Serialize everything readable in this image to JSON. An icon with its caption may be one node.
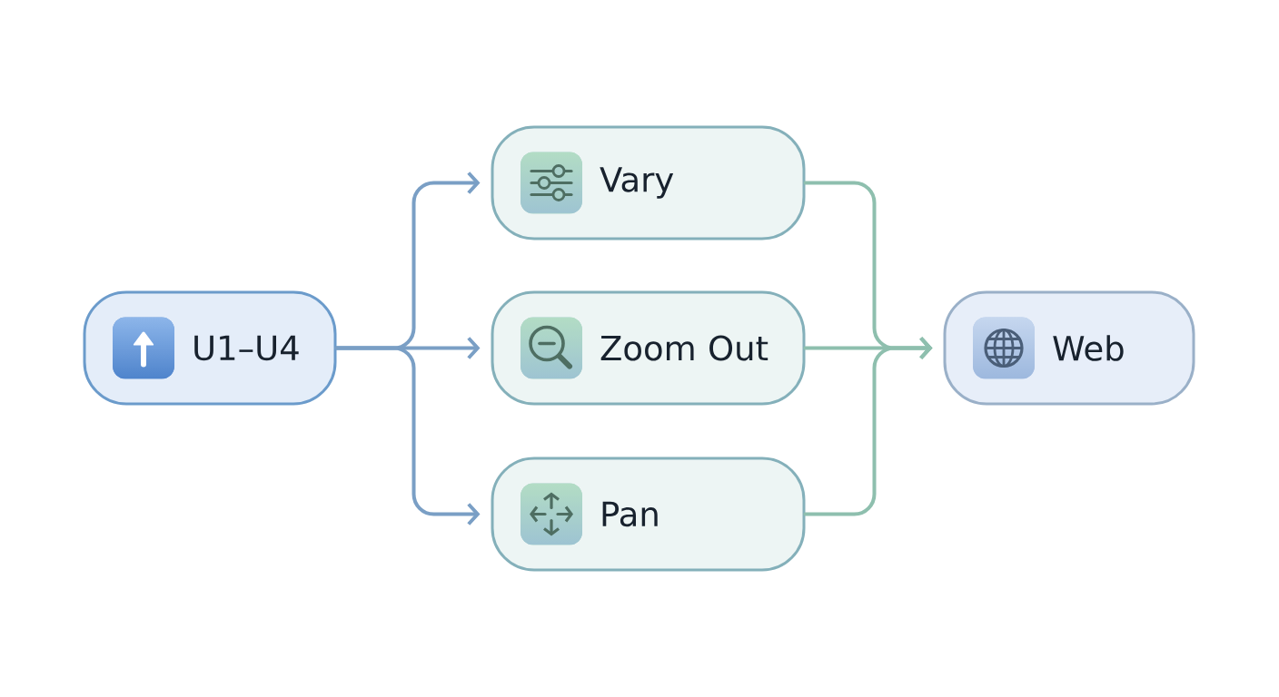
{
  "diagram": {
    "nodes": [
      {
        "text": [
          "U1–U4"
        ]
      },
      {
        "text": [
          "Vary"
        ]
      },
      {
        "text": [
          "Zoom Out"
        ]
      },
      {
        "text": [
          "Pan"
        ]
      },
      {
        "text": [
          "Web"
        ]
      }
    ],
    "edges": [
      {
        "from": 0,
        "to": 1,
        "arrow": "to",
        "color": "#7a9fc5"
      },
      {
        "from": 0,
        "to": 2,
        "arrow": "to",
        "color": "#7a9fc5"
      },
      {
        "from": 0,
        "to": 3,
        "arrow": "to",
        "color": "#7a9fc5"
      },
      {
        "from": 1,
        "to": 4,
        "arrow": "to",
        "color": "#8ebfae"
      },
      {
        "from": 2,
        "to": 4,
        "arrow": "to",
        "color": "#8ebfae"
      },
      {
        "from": 3,
        "to": 4,
        "arrow": "to",
        "color": "#8ebfae"
      }
    ]
  }
}
